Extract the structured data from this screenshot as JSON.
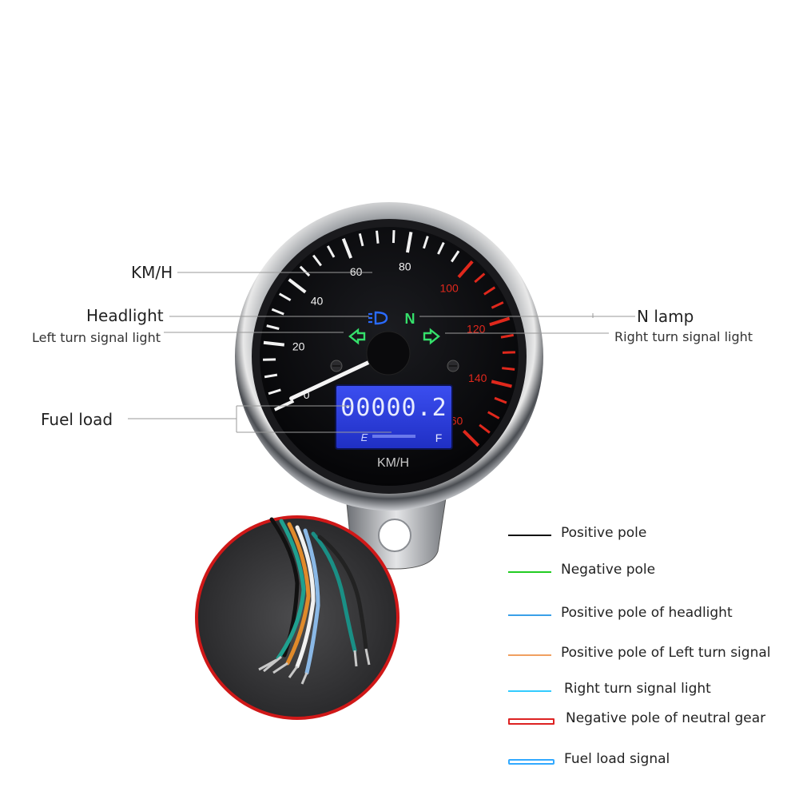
{
  "gauge": {
    "ticks_major": [
      "20",
      "40",
      "60",
      "80",
      "100",
      "120",
      "140",
      "160"
    ],
    "zero_label": "0",
    "unit_label": "KM/H",
    "odometer": "00000.2",
    "fuel_empty": "E",
    "fuel_full": "F",
    "neutral_indicator": "N",
    "needle_speed_kmh": 0,
    "max_speed_kmh": 160,
    "redline_from_kmh": 100
  },
  "callouts": {
    "kmh": "KM/H",
    "headlight": "Headlight",
    "left_turn": "Left turn signal light",
    "n_lamp": "N lamp",
    "right_turn": "Right turn signal light",
    "fuel_load": "Fuel load"
  },
  "legend": [
    {
      "label": "Positive pole",
      "color": "#111111"
    },
    {
      "label": "Negative pole",
      "color": "#22cc22"
    },
    {
      "label": "Positive pole of headlight",
      "color": "#3aa0e8"
    },
    {
      "label": "Positive pole of Left turn signal",
      "color": "#f0a060"
    },
    {
      "label": "Right turn signal light",
      "color": "#33ccff"
    },
    {
      "label": "Negative pole of neutral gear",
      "color": "#dd2222"
    },
    {
      "label": "Fuel load signal",
      "color": "#33aaff"
    }
  ],
  "colors": {
    "dial": "#0b0b0d",
    "chrome": "#9aa0a6",
    "tick_white": "#f2f2f2",
    "tick_red": "#e0281c",
    "lcd": "#2a3dd8",
    "indicator_green": "#35e06b",
    "indicator_blue": "#2a6bff"
  }
}
